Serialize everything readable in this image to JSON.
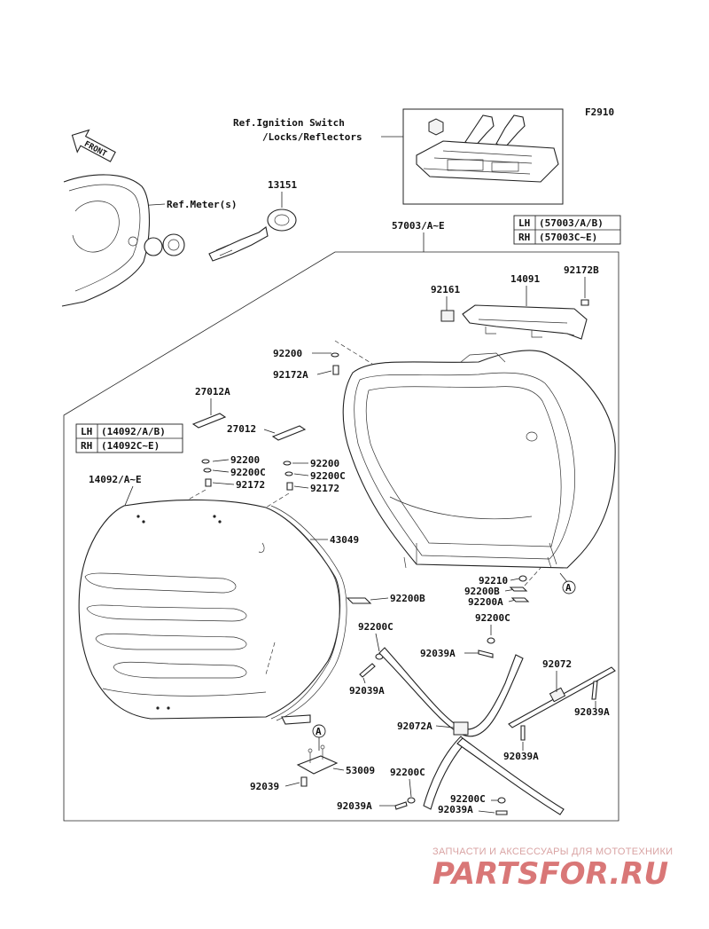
{
  "figure_code": "F2910",
  "front_label": "FRONT",
  "refs": {
    "ignition_line1": "Ref.Ignition Switch",
    "ignition_line2": "/Locks/Reflectors",
    "meter": "Ref.Meter(s)"
  },
  "callouts": {
    "p13151": "13151",
    "p57003": "57003/A~E",
    "p92161": "92161",
    "p14091": "14091",
    "p92172B": "92172B",
    "p92200_top": "92200",
    "p92172A_top": "92172A",
    "p27012A": "27012A",
    "p27012": "27012",
    "p92200_l": "92200",
    "p92200C_l": "92200C",
    "p92172_l": "92172",
    "p92200_r": "92200",
    "p92200C_r": "92200C",
    "p92172_r": "92172",
    "p14092": "14092/A~E",
    "p43049": "43049",
    "p92200B_mid": "92200B",
    "p92210": "92210",
    "p92200B_r": "92200B",
    "p92200A_r": "92200A",
    "p92200C_a": "92200C",
    "p92200C_b": "92200C",
    "p92039A_a": "92039A",
    "p92039A_b": "92039A",
    "p92072": "92072",
    "p92039A_c": "92039A",
    "p92072A": "92072A",
    "p92039A_d": "92039A",
    "p53009": "53009",
    "p92039": "92039",
    "p92200C_c": "92200C",
    "p92039A_e": "92039A",
    "p92200C_d": "92200C",
    "p92039A_f": "92039A",
    "marker_A1": "A",
    "marker_A2": "A"
  },
  "table_top": {
    "rows": [
      {
        "side": "LH",
        "parts": "(57003/A/B)"
      },
      {
        "side": "RH",
        "parts": "(57003C~E)"
      }
    ]
  },
  "table_left": {
    "rows": [
      {
        "side": "LH",
        "parts": "(14092/A/B)"
      },
      {
        "side": "RH",
        "parts": "(14092C~E)"
      }
    ]
  },
  "watermark": {
    "tagline": "ЗАПЧАСТИ И АКСЕССУАРЫ ДЛЯ МОТОТЕХНИКИ",
    "brand": "PARTSFOR.RU"
  }
}
